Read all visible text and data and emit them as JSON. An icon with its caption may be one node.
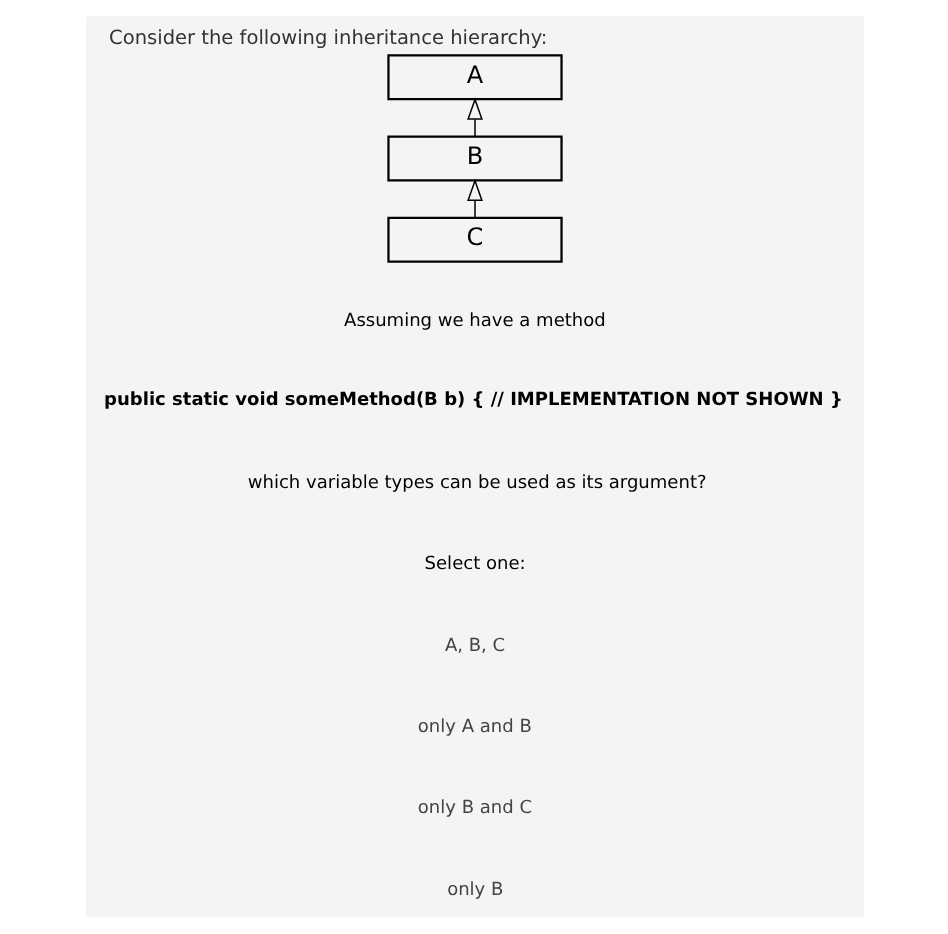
{
  "diagram": {
    "title": "Consider the following inheritance hierarchy:",
    "nodes": [
      {
        "text": [
          "A"
        ]
      },
      {
        "text": [
          "B"
        ]
      },
      {
        "text": [
          "C"
        ]
      }
    ],
    "edges": [
      {
        "from": 1,
        "to": 0,
        "arrow": "to"
      },
      {
        "from": 2,
        "to": 1,
        "arrow": "to"
      }
    ],
    "labels": [
      "Assuming we have a method",
      "public static void someMethod(B b) { // IMPLEMENTATION NOT SHOWN }",
      "which variable types can be used as its argument?",
      "Select one:",
      "A, B, C",
      "only A and B",
      "only B and C",
      "only B"
    ]
  }
}
